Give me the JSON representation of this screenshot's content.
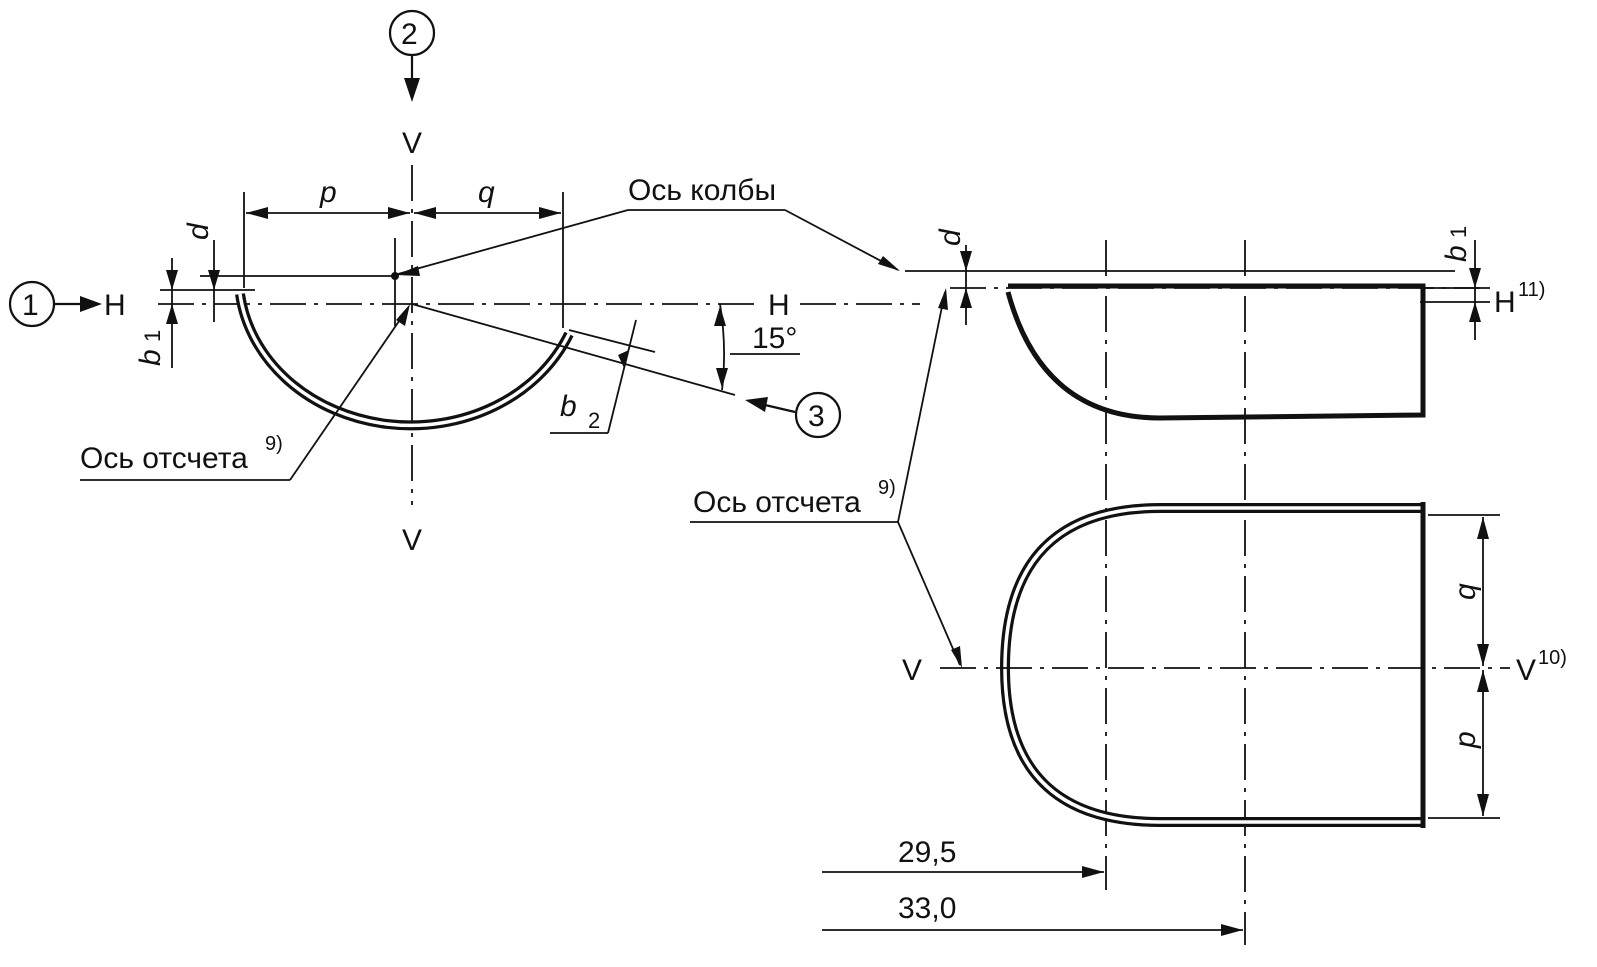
{
  "labels": {
    "circle1": "1",
    "circle2": "2",
    "circle3": "3",
    "H": "H",
    "V": "V",
    "p": "p",
    "q": "q",
    "d": "d",
    "b": "b",
    "sub1": "1",
    "sub2": "2",
    "angle": "15°",
    "bulb_axis": "Ось колбы",
    "ref_axis": "Ось отсчета",
    "note9": "9)",
    "note10": "10)",
    "note11": "11)",
    "dim1": "29,5",
    "dim2": "33,0"
  }
}
